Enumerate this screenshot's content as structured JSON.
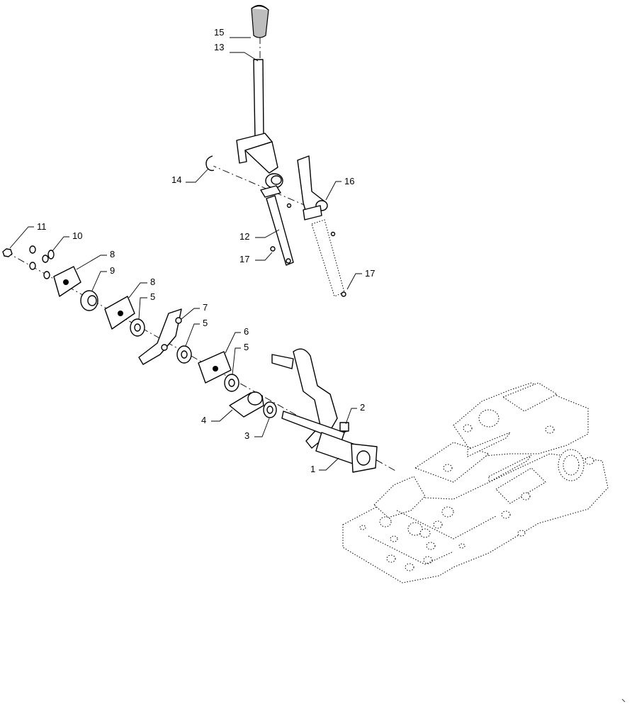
{
  "callouts": [
    {
      "id": "15",
      "label": "15"
    },
    {
      "id": "13",
      "label": "13"
    },
    {
      "id": "14",
      "label": "14"
    },
    {
      "id": "16",
      "label": "16"
    },
    {
      "id": "12",
      "label": "12"
    },
    {
      "id": "17a",
      "label": "17"
    },
    {
      "id": "17b",
      "label": "17"
    },
    {
      "id": "11",
      "label": "11"
    },
    {
      "id": "10",
      "label": "10"
    },
    {
      "id": "8a",
      "label": "8"
    },
    {
      "id": "9",
      "label": "9"
    },
    {
      "id": "8b",
      "label": "8"
    },
    {
      "id": "5a",
      "label": "5"
    },
    {
      "id": "7",
      "label": "7"
    },
    {
      "id": "5b",
      "label": "5"
    },
    {
      "id": "6",
      "label": "6"
    },
    {
      "id": "5c",
      "label": "5"
    },
    {
      "id": "2",
      "label": "2"
    },
    {
      "id": "4",
      "label": "4"
    },
    {
      "id": "3",
      "label": "3"
    },
    {
      "id": "1",
      "label": "1"
    }
  ]
}
